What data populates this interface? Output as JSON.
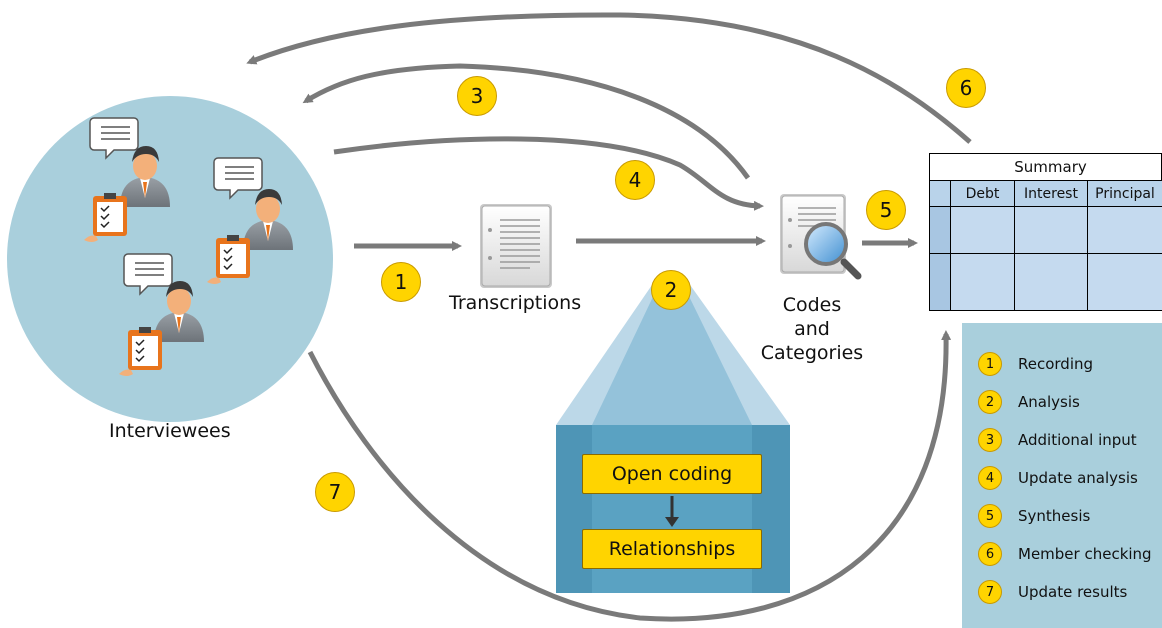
{
  "interviewees_label": "Interviewees",
  "transcriptions_label": "Transcriptions",
  "codes_label": [
    "Codes",
    "and",
    "Categories"
  ],
  "analysis": {
    "open_coding": "Open coding",
    "relationships": "Relationships"
  },
  "summary_table": {
    "title": "Summary",
    "columns": [
      "Debt",
      "Interest",
      "Principal"
    ]
  },
  "steps": [
    {
      "num": "1",
      "label": "Recording"
    },
    {
      "num": "2",
      "label": "Analysis"
    },
    {
      "num": "3",
      "label": "Additional input"
    },
    {
      "num": "4",
      "label": "Update analysis"
    },
    {
      "num": "5",
      "label": "Synthesis"
    },
    {
      "num": "6",
      "label": "Member checking"
    },
    {
      "num": "7",
      "label": "Update results"
    }
  ],
  "colors": {
    "badge": "#ffd400",
    "arrow": "#7a7a7a",
    "circle": "#a9cfdc",
    "legend_bg": "#a9cfdc",
    "analysis_bg": "#5aa2c2",
    "table_header": "#b9d3ea",
    "table_body": "#c5daef"
  },
  "icons": {
    "interviewee": "person-with-speech-bubble-icon",
    "clipboard": "clipboard-icon",
    "document": "document-icon",
    "magnifier": "magnifying-glass-icon"
  }
}
